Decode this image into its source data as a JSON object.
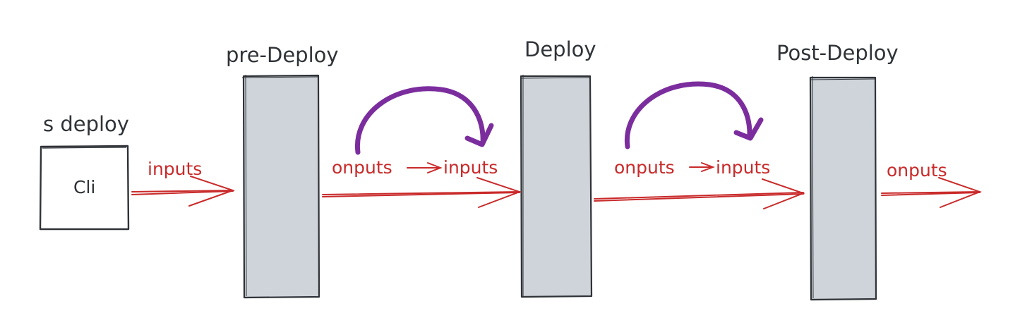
{
  "colors": {
    "ink": "#2f3338",
    "box_fill": "#ced4da",
    "arrow_red": "#c92a2a",
    "arrow_purple": "#7b2d9e",
    "background": "#ffffff"
  },
  "cli": {
    "title": "s deploy",
    "box_label": "Cli"
  },
  "stages": {
    "pre_deploy": "pre-Deploy",
    "deploy": "Deploy",
    "post_deploy": "Post-Deploy"
  },
  "flow": {
    "cli_out": "inputs",
    "pre_out": "onputs",
    "pre_arrow": "->",
    "deploy_in": "inputs",
    "deploy_out": "onputs",
    "deploy_arrow": "->",
    "post_in": "inputs",
    "post_out": "onputs"
  }
}
